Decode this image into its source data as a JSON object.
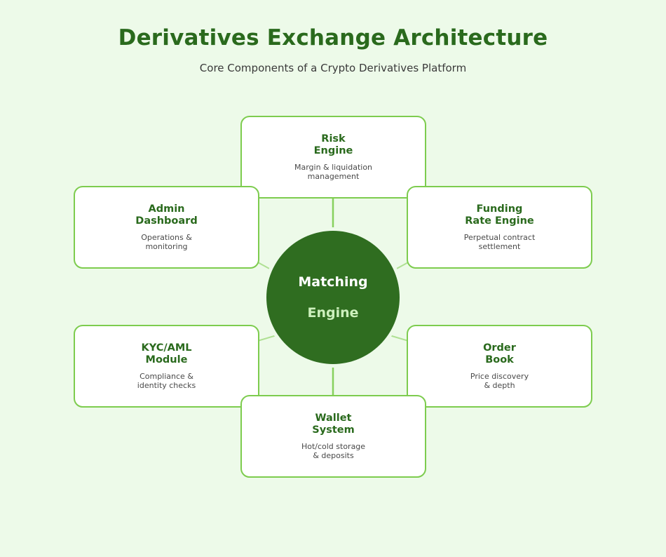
{
  "header": {
    "title": "Derivatives Exchange Architecture",
    "subtitle": "Core Components of a Crypto Derivatives Platform"
  },
  "colors": {
    "background": "#edfae9",
    "card_background": "#ffffff",
    "card_border": "#7dcc4e",
    "title_green": "#2a6a1d",
    "hub_fill": "#2f6d20",
    "hub_text_primary": "#ffffff",
    "hub_text_secondary": "#cdf0bd",
    "description_gray": "#494949",
    "connector_line": "#7dcc4e"
  },
  "hub": {
    "name": "matching-engine",
    "title_line1": "Matching",
    "title_line2": "Engine"
  },
  "nodes": [
    {
      "id": "risk-engine",
      "title": "Risk\nEngine",
      "description": "Margin & liquidation\nmanagement",
      "position": "top"
    },
    {
      "id": "admin-dashboard",
      "title": "Admin\nDashboard",
      "description": "Operations &\nmonitoring",
      "position": "top-left"
    },
    {
      "id": "funding-rate-engine",
      "title": "Funding\nRate Engine",
      "description": "Perpetual contract\nsettlement",
      "position": "top-right"
    },
    {
      "id": "kyc-aml-module",
      "title": "KYC/AML\nModule",
      "description": "Compliance &\nidentity checks",
      "position": "bottom-left"
    },
    {
      "id": "order-book",
      "title": "Order\nBook",
      "description": "Price discovery\n& depth",
      "position": "bottom-right"
    },
    {
      "id": "wallet-system",
      "title": "Wallet\nSystem",
      "description": "Hot/cold storage\n& deposits",
      "position": "bottom"
    }
  ]
}
